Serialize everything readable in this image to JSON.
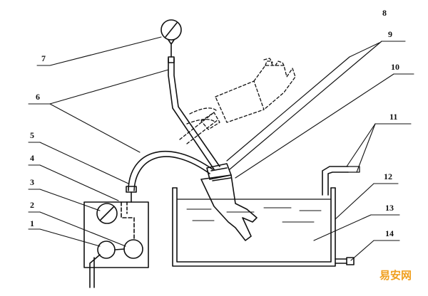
{
  "labels": {
    "n1": "1",
    "n2": "2",
    "n3": "3",
    "n4": "4",
    "n5": "5",
    "n6": "6",
    "n7": "7",
    "n8": "8",
    "n9": "9",
    "n10": "10",
    "n11": "11",
    "n12": "12",
    "n13": "13",
    "n14": "14"
  },
  "watermark": "易安网",
  "colors": {
    "ink": "#111111",
    "watermark": "#f0a020",
    "paper": "#ffffff"
  }
}
